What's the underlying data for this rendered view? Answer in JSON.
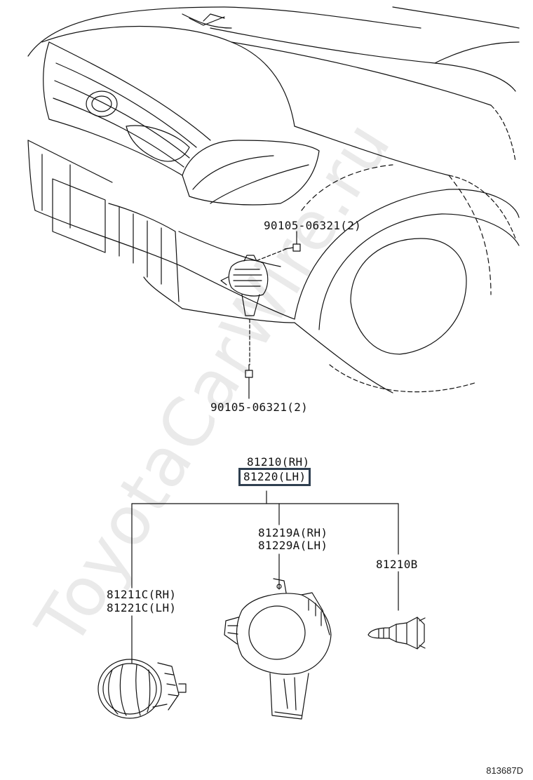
{
  "watermark": "ToyotaCarWire.ru",
  "callouts": {
    "bolt_top": "90105-06321(2)",
    "bolt_bottom": "90105-06321(2)",
    "assembly_rh": "81210(RH)",
    "assembly_lh": "81220(LH)",
    "bracket_rh": "81219A(RH)",
    "bracket_lh": "81229A(LH)",
    "bulb": "81210B",
    "lens_rh": "81211C(RH)",
    "lens_lh": "81221C(LH)"
  },
  "figure_id": "813687D",
  "colors": {
    "line": "#111111",
    "highlight_border": "#2f3f50",
    "watermark": "#eaeaea"
  }
}
